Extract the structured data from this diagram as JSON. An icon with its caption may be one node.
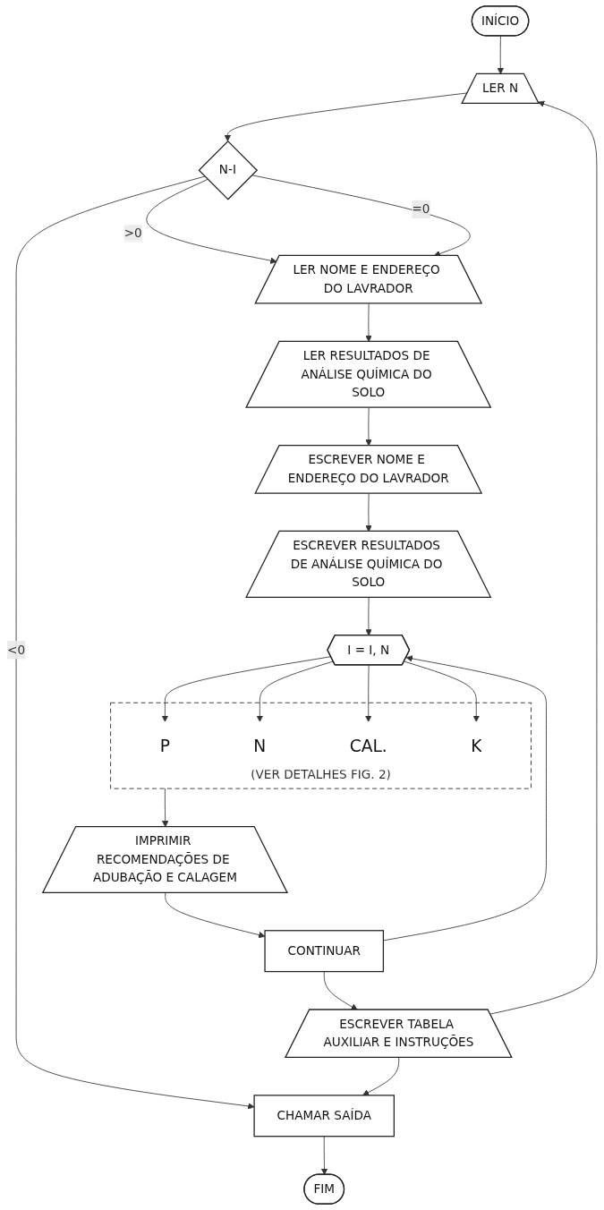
{
  "diagram": {
    "nodes": [
      {
        "text": [
          "INÍCIO"
        ]
      },
      {
        "text": [
          "LER N"
        ]
      },
      {
        "text": [
          "N-I"
        ]
      },
      {
        "text": [
          "LER NOME E ENDEREÇO DO LAVRADOR"
        ]
      },
      {
        "text": [
          "LER RESULTADOS DE ANÁLISE QUÍMICA DO SOLO"
        ]
      },
      {
        "text": [
          "ESCREVER NOME E ENDEREÇO DO LAVRADOR"
        ]
      },
      {
        "text": [
          "ESCREVER RESULTADOS DE ANÁLISE QUÍMICA DO SOLO"
        ]
      },
      {
        "text": [
          "I = I, N"
        ]
      },
      {
        "text": [
          "(VER DETALHES FIG. 2)"
        ]
      },
      {
        "text": [
          "P"
        ],
        "in": 8
      },
      {
        "text": [
          "N"
        ],
        "in": 8
      },
      {
        "text": [
          "CAL."
        ],
        "in": 8
      },
      {
        "text": [
          "K"
        ],
        "in": 8
      },
      {
        "text": [
          "IMPRIMIR RECOMENDAÇÕES DE ADUBAÇÃO E CALAGEM"
        ]
      },
      {
        "text": [
          "CONTINUAR"
        ]
      },
      {
        "text": [
          "ESCREVER TABELA AUXILIAR E INSTRUÇÕES"
        ]
      },
      {
        "text": [
          "CHAMAR SAÍDA"
        ]
      },
      {
        "text": [
          "FIM"
        ]
      }
    ],
    "edges": [
      {
        "from": 0,
        "to": 1,
        "arrow": "to"
      },
      {
        "from": 1,
        "to": 2,
        "arrow": "to"
      },
      {
        "from": 2,
        "to": 3,
        "label": ">0",
        "arrow": "to"
      },
      {
        "from": 2,
        "to": 3,
        "label": "=0",
        "arrow": "to"
      },
      {
        "from": 2,
        "to": 16,
        "label": "<0",
        "arrow": "to"
      },
      {
        "from": 3,
        "to": 4,
        "arrow": "to"
      },
      {
        "from": 4,
        "to": 5,
        "arrow": "to"
      },
      {
        "from": 5,
        "to": 6,
        "arrow": "to"
      },
      {
        "from": 6,
        "to": 7,
        "arrow": "to"
      },
      {
        "from": 7,
        "to": 9,
        "arrow": "to"
      },
      {
        "from": 7,
        "to": 10,
        "arrow": "to"
      },
      {
        "from": 7,
        "to": 11,
        "arrow": "to"
      },
      {
        "from": 7,
        "to": 12,
        "arrow": "to"
      },
      {
        "from": 8,
        "to": 13,
        "arrow": "to"
      },
      {
        "from": 13,
        "to": 14,
        "arrow": "to"
      },
      {
        "from": 14,
        "to": 7,
        "arrow": "to"
      },
      {
        "from": 14,
        "to": 15,
        "arrow": "to"
      },
      {
        "from": 15,
        "to": 1,
        "arrow": "to"
      },
      {
        "from": 15,
        "to": 16,
        "arrow": "to"
      },
      {
        "from": 16,
        "to": 17,
        "arrow": "to"
      }
    ]
  }
}
